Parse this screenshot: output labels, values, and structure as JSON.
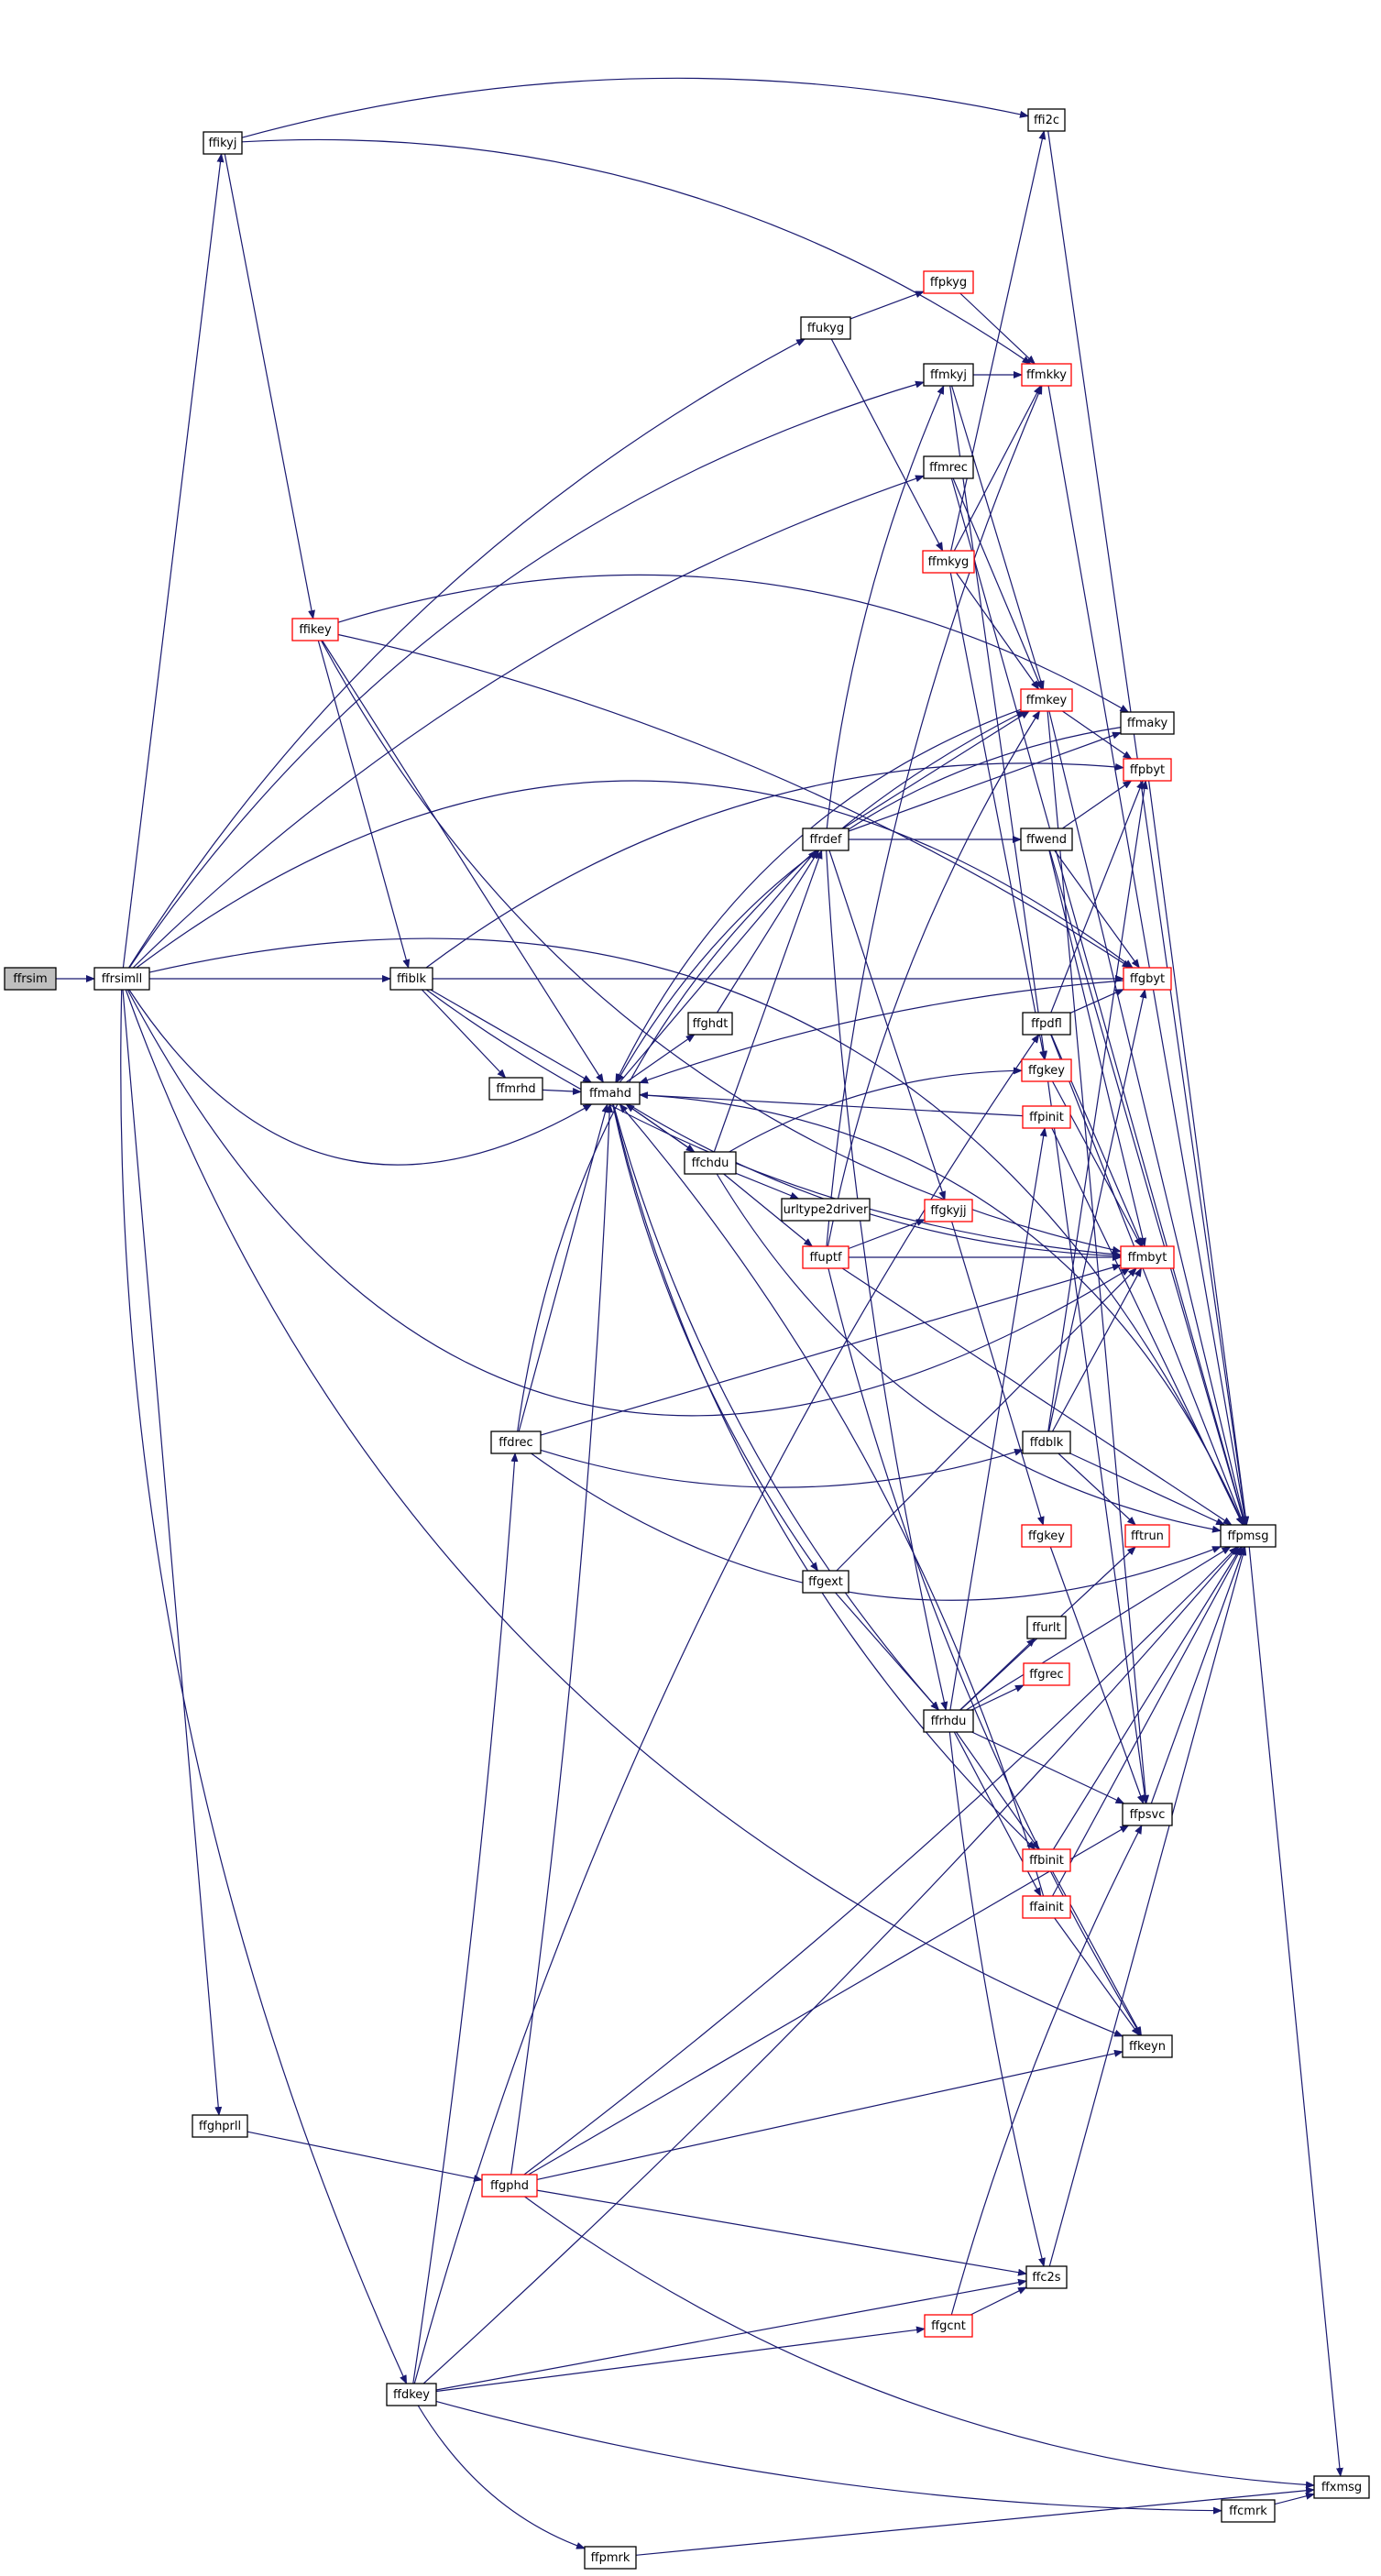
{
  "nodes": [
    {
      "id": "ffrsim",
      "label": "ffrsim",
      "style": "root"
    },
    {
      "id": "ffrsimll",
      "label": "ffrsimll",
      "style": "normal"
    },
    {
      "id": "ffikyj",
      "label": "ffikyj",
      "style": "normal"
    },
    {
      "id": "ffikey",
      "label": "ffikey",
      "style": "red"
    },
    {
      "id": "ffiblk",
      "label": "ffiblk",
      "style": "normal"
    },
    {
      "id": "ffmrhd",
      "label": "ffmrhd",
      "style": "normal"
    },
    {
      "id": "ffmahd",
      "label": "ffmahd",
      "style": "normal"
    },
    {
      "id": "ffghdt",
      "label": "ffghdt",
      "style": "normal"
    },
    {
      "id": "ffchdu",
      "label": "ffchdu",
      "style": "normal"
    },
    {
      "id": "urltype2driver",
      "label": "urltype2driver",
      "style": "normal"
    },
    {
      "id": "ffuptf",
      "label": "ffuptf",
      "style": "red"
    },
    {
      "id": "ffgkyjj",
      "label": "ffgkyjj",
      "style": "red"
    },
    {
      "id": "ffrdef",
      "label": "ffrdef",
      "style": "normal"
    },
    {
      "id": "ffukyg",
      "label": "ffukyg",
      "style": "normal"
    },
    {
      "id": "ffpkyg",
      "label": "ffpkyg",
      "style": "red"
    },
    {
      "id": "ffmkyj",
      "label": "ffmkyj",
      "style": "normal"
    },
    {
      "id": "ffmkky",
      "label": "ffmkky",
      "style": "red"
    },
    {
      "id": "ffmrec",
      "label": "ffmrec",
      "style": "normal"
    },
    {
      "id": "ffmkyg",
      "label": "ffmkyg",
      "style": "red"
    },
    {
      "id": "ffmkey",
      "label": "ffmkey",
      "style": "red"
    },
    {
      "id": "ffmaky",
      "label": "ffmaky",
      "style": "normal"
    },
    {
      "id": "ffpbyt",
      "label": "ffpbyt",
      "style": "red"
    },
    {
      "id": "ffwend",
      "label": "ffwend",
      "style": "normal"
    },
    {
      "id": "ffgbyt",
      "label": "ffgbyt",
      "style": "red"
    },
    {
      "id": "ffpdfl",
      "label": "ffpdfl",
      "style": "normal"
    },
    {
      "id": "ffgkey_a",
      "label": "ffgkey",
      "style": "red"
    },
    {
      "id": "ffpinit",
      "label": "ffpinit",
      "style": "red"
    },
    {
      "id": "ffmbyt",
      "label": "ffmbyt",
      "style": "red"
    },
    {
      "id": "ffdblk",
      "label": "ffdblk",
      "style": "normal"
    },
    {
      "id": "ffgkey_b",
      "label": "ffgkey",
      "style": "red"
    },
    {
      "id": "fftrun",
      "label": "fftrun",
      "style": "red"
    },
    {
      "id": "ffpmsg",
      "label": "ffpmsg",
      "style": "normal"
    },
    {
      "id": "ffdrec",
      "label": "ffdrec",
      "style": "normal"
    },
    {
      "id": "ffgext",
      "label": "ffgext",
      "style": "normal"
    },
    {
      "id": "ffurlt",
      "label": "ffurlt",
      "style": "normal"
    },
    {
      "id": "ffgrec",
      "label": "ffgrec",
      "style": "red"
    },
    {
      "id": "ffrhdu",
      "label": "ffrhdu",
      "style": "normal"
    },
    {
      "id": "ffpsvc",
      "label": "ffpsvc",
      "style": "normal"
    },
    {
      "id": "ffbinit",
      "label": "ffbinit",
      "style": "red"
    },
    {
      "id": "ffainit",
      "label": "ffainit",
      "style": "red"
    },
    {
      "id": "ffkeyn",
      "label": "ffkeyn",
      "style": "normal"
    },
    {
      "id": "ffghprll",
      "label": "ffghprll",
      "style": "normal"
    },
    {
      "id": "ffgphd",
      "label": "ffgphd",
      "style": "red"
    },
    {
      "id": "ffc2s",
      "label": "ffc2s",
      "style": "normal"
    },
    {
      "id": "ffgcnt",
      "label": "ffgcnt",
      "style": "red"
    },
    {
      "id": "ffdkey",
      "label": "ffdkey",
      "style": "normal"
    },
    {
      "id": "ffxmsg",
      "label": "ffxmsg",
      "style": "normal"
    },
    {
      "id": "ffcmrk",
      "label": "ffcmrk",
      "style": "normal"
    },
    {
      "id": "ffpmrk",
      "label": "ffpmrk",
      "style": "normal"
    },
    {
      "id": "ffi2c",
      "label": "ffi2c",
      "style": "normal"
    }
  ],
  "edges": [
    [
      "ffrsim",
      "ffrsimll"
    ],
    [
      "ffrsimll",
      "ffikyj"
    ],
    [
      "ffrsimll",
      "ffiblk"
    ],
    [
      "ffrsimll",
      "ffmahd"
    ],
    [
      "ffrsimll",
      "ffukyg"
    ],
    [
      "ffrsimll",
      "ffmrec"
    ],
    [
      "ffrsimll",
      "ffmkyj"
    ],
    [
      "ffrsimll",
      "ffpmsg"
    ],
    [
      "ffrsimll",
      "ffmbyt"
    ],
    [
      "ffrsimll",
      "ffkeyn"
    ],
    [
      "ffrsimll",
      "ffghprll"
    ],
    [
      "ffrsimll",
      "ffdkey"
    ],
    [
      "ffrsimll",
      "ffgbyt"
    ],
    [
      "ffikyj",
      "ffi2c"
    ],
    [
      "ffikyj",
      "ffmkky"
    ],
    [
      "ffikyj",
      "ffikey"
    ],
    [
      "ffikey",
      "ffmaky"
    ],
    [
      "ffikey",
      "ffgbyt"
    ],
    [
      "ffikey",
      "ffiblk"
    ],
    [
      "ffikey",
      "ffmahd"
    ],
    [
      "ffikey",
      "ffmbyt"
    ],
    [
      "ffiblk",
      "ffpbyt"
    ],
    [
      "ffiblk",
      "ffgbyt"
    ],
    [
      "ffiblk",
      "ffmrhd"
    ],
    [
      "ffiblk",
      "ffmahd"
    ],
    [
      "ffiblk",
      "ffmbyt"
    ],
    [
      "ffmrhd",
      "ffmahd"
    ],
    [
      "ffmahd",
      "ffpmsg"
    ],
    [
      "ffmahd",
      "ffghdt"
    ],
    [
      "ffmahd",
      "ffchdu"
    ],
    [
      "ffmahd",
      "ffrdef"
    ],
    [
      "ffmahd",
      "ffmbyt"
    ],
    [
      "ffmahd",
      "ffgext"
    ],
    [
      "ffmahd",
      "ffrhdu"
    ],
    [
      "ffmahd",
      "ffbinit"
    ],
    [
      "ffghdt",
      "ffrdef"
    ],
    [
      "ffchdu",
      "ffmahd"
    ],
    [
      "ffchdu",
      "ffrdef"
    ],
    [
      "ffchdu",
      "urltype2driver"
    ],
    [
      "ffchdu",
      "ffuptf"
    ],
    [
      "ffchdu",
      "ffgkey_a"
    ],
    [
      "ffchdu",
      "ffpmsg"
    ],
    [
      "ffuptf",
      "ffgkyjj"
    ],
    [
      "ffuptf",
      "ffmkky"
    ],
    [
      "ffuptf",
      "ffmkey"
    ],
    [
      "ffuptf",
      "ffmbyt"
    ],
    [
      "ffuptf",
      "ffpmsg"
    ],
    [
      "ffuptf",
      "ffkeyn"
    ],
    [
      "ffgkyjj",
      "ffgkey_b"
    ],
    [
      "ffrdef",
      "ffmkyj"
    ],
    [
      "ffrdef",
      "ffmkey"
    ],
    [
      "ffrdef",
      "ffmaky"
    ],
    [
      "ffrdef",
      "ffwend"
    ],
    [
      "ffrdef",
      "ffgkyjj"
    ],
    [
      "ffrdef",
      "ffrhdu"
    ],
    [
      "ffukyg",
      "ffpkyg"
    ],
    [
      "ffukyg",
      "ffmkyg"
    ],
    [
      "ffpkyg",
      "ffmkky"
    ],
    [
      "ffmkyj",
      "ffmkky"
    ],
    [
      "ffmkyj",
      "ffmkey"
    ],
    [
      "ffmkyj",
      "ffgkey_a"
    ],
    [
      "ffmkky",
      "ffpmsg"
    ],
    [
      "ffmrec",
      "ffmkey"
    ],
    [
      "ffmrec",
      "ffpmsg"
    ],
    [
      "ffmkyg",
      "ffmkky"
    ],
    [
      "ffmkyg",
      "ffi2c"
    ],
    [
      "ffmkyg",
      "ffmkey"
    ],
    [
      "ffmkyg",
      "ffgkey_a"
    ],
    [
      "ffmkey",
      "ffpbyt"
    ],
    [
      "ffmkey",
      "ffmahd"
    ],
    [
      "ffmkey",
      "ffpsvc"
    ],
    [
      "ffmkey",
      "ffpmsg"
    ],
    [
      "ffmaky",
      "ffmahd"
    ],
    [
      "ffpbyt",
      "ffpmsg"
    ],
    [
      "ffwend",
      "ffpbyt"
    ],
    [
      "ffwend",
      "ffgbyt"
    ],
    [
      "ffwend",
      "ffmbyt"
    ],
    [
      "ffwend",
      "ffpmsg"
    ],
    [
      "ffgbyt",
      "ffmahd"
    ],
    [
      "ffpdfl",
      "ffpbyt"
    ],
    [
      "ffpdfl",
      "ffgbyt"
    ],
    [
      "ffpdfl",
      "ffmbyt"
    ],
    [
      "ffpdfl",
      "ffpmsg"
    ],
    [
      "ffgkey_a",
      "ffpsvc"
    ],
    [
      "ffgkey_a",
      "ffmbyt"
    ],
    [
      "ffpinit",
      "ffmahd"
    ],
    [
      "ffpinit",
      "ffpmsg"
    ],
    [
      "ffdblk",
      "ffpbyt"
    ],
    [
      "ffdblk",
      "ffgbyt"
    ],
    [
      "ffdblk",
      "ffmbyt"
    ],
    [
      "ffdblk",
      "fftrun"
    ],
    [
      "ffdblk",
      "ffpmsg"
    ],
    [
      "ffgkey_b",
      "ffpsvc"
    ],
    [
      "ffpmsg",
      "ffxmsg"
    ],
    [
      "ffdrec",
      "ffmkey"
    ],
    [
      "ffdrec",
      "ffmahd"
    ],
    [
      "ffdrec",
      "ffmbyt"
    ],
    [
      "ffdrec",
      "ffdblk"
    ],
    [
      "ffdrec",
      "ffpmsg"
    ],
    [
      "ffgext",
      "ffmbyt"
    ],
    [
      "ffgext",
      "ffrhdu"
    ],
    [
      "ffrhdu",
      "ffurlt"
    ],
    [
      "ffrhdu",
      "ffgrec"
    ],
    [
      "ffrhdu",
      "ffpinit"
    ],
    [
      "ffrhdu",
      "fftrun"
    ],
    [
      "ffrhdu",
      "ffpsvc"
    ],
    [
      "ffrhdu",
      "ffbinit"
    ],
    [
      "ffrhdu",
      "ffainit"
    ],
    [
      "ffrhdu",
      "ffc2s"
    ],
    [
      "ffrhdu",
      "ffpmsg"
    ],
    [
      "ffpsvc",
      "ffpmsg"
    ],
    [
      "ffbinit",
      "ffkeyn"
    ],
    [
      "ffbinit",
      "ffpmsg"
    ],
    [
      "ffainit",
      "ffmahd"
    ],
    [
      "ffainit",
      "ffkeyn"
    ],
    [
      "ffainit",
      "ffpmsg"
    ],
    [
      "ffghprll",
      "ffgphd"
    ],
    [
      "ffgphd",
      "ffmahd"
    ],
    [
      "ffgphd",
      "ffkeyn"
    ],
    [
      "ffgphd",
      "ffc2s"
    ],
    [
      "ffgphd",
      "ffpsvc"
    ],
    [
      "ffgphd",
      "ffxmsg"
    ],
    [
      "ffgphd",
      "ffpmsg"
    ],
    [
      "ffc2s",
      "ffpmsg"
    ],
    [
      "ffgcnt",
      "ffc2s"
    ],
    [
      "ffgcnt",
      "ffpsvc"
    ],
    [
      "ffdkey",
      "ffdrec"
    ],
    [
      "ffdkey",
      "ffgcnt"
    ],
    [
      "ffdkey",
      "ffc2s"
    ],
    [
      "ffdkey",
      "ffcmrk"
    ],
    [
      "ffdkey",
      "ffpmrk"
    ],
    [
      "ffdkey",
      "ffpdfl"
    ],
    [
      "ffdkey",
      "ffpmsg"
    ],
    [
      "ffcmrk",
      "ffxmsg"
    ],
    [
      "ffpmrk",
      "ffxmsg"
    ],
    [
      "ffi2c",
      "ffpmsg"
    ]
  ],
  "colors": {
    "edge": "#191970",
    "node_border": "#000000",
    "node_border_red": "#ff0000",
    "node_fill": "#ffffff",
    "root_fill": "#bfbfbf"
  }
}
